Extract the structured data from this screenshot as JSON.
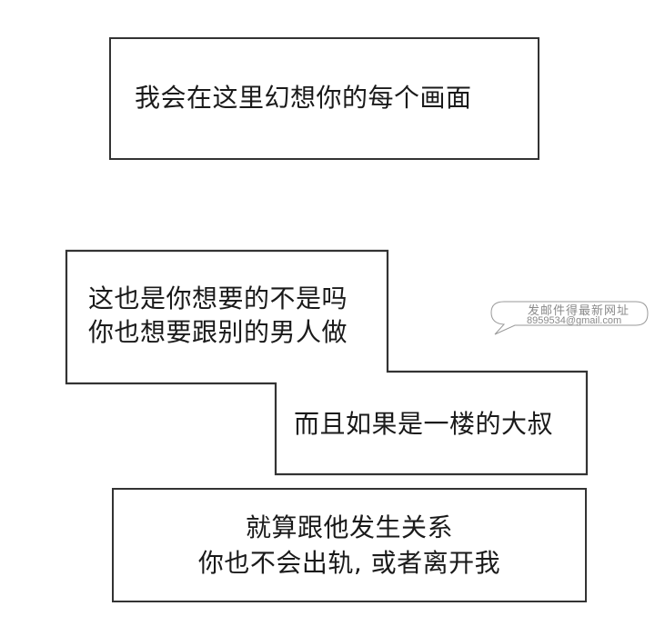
{
  "panels": {
    "caption_top": {
      "text": "我会在这里幻想你的每个画面"
    },
    "caption_left": {
      "line1": "这也是你想要的不是吗",
      "line2": "你也想要跟别的男人做"
    },
    "caption_right": {
      "text": "而且如果是一楼的大叔"
    },
    "caption_bottom": {
      "line1": "就算跟他发生关系",
      "line2": "你也不会出轨, 或者离开我"
    }
  },
  "watermark": {
    "line1": "发邮件得最新网址",
    "line2": "8959534@gmail.com"
  },
  "colors": {
    "border": "#333333",
    "text": "#1a1a1a",
    "watermark": "#8a8a8a"
  }
}
